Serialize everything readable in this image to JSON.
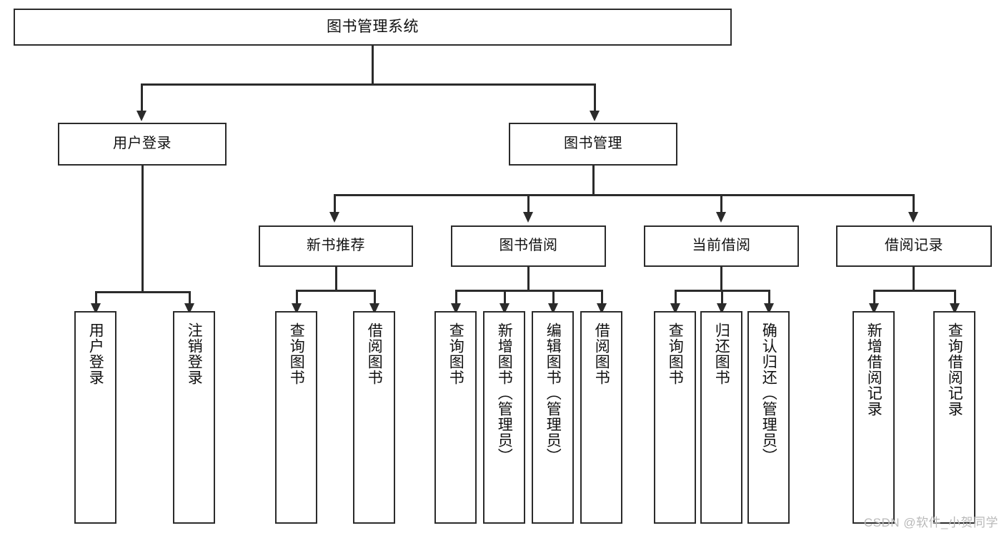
{
  "diagram": {
    "title": "图书管理系统",
    "type": "tree-hierarchy",
    "watermark": "CSDN @软件_小贺同学",
    "colors": {
      "stroke": "#2b2b2b",
      "fill": "#ffffff",
      "text": "#111111",
      "watermark": "#b9b9b9"
    },
    "root": {
      "label": "图书管理系统"
    },
    "level2": [
      {
        "label": "用户登录"
      },
      {
        "label": "图书管理"
      }
    ],
    "level3": [
      {
        "label": "新书推荐"
      },
      {
        "label": "图书借阅"
      },
      {
        "label": "当前借阅"
      },
      {
        "label": "借阅记录"
      }
    ],
    "leaves": {
      "user_login": [
        {
          "label": "用户登录"
        },
        {
          "label": "注销登录"
        }
      ],
      "new_book": [
        {
          "label": "查询图书"
        },
        {
          "label": "借阅图书"
        }
      ],
      "book_borrow": [
        {
          "label": "查询图书"
        },
        {
          "label": "新增图书（管理员）"
        },
        {
          "label": "编辑图书（管理员）"
        },
        {
          "label": "借阅图书"
        }
      ],
      "current_borrow": [
        {
          "label": "查询图书"
        },
        {
          "label": "归还图书"
        },
        {
          "label": "确认归还（管理员）"
        }
      ],
      "borrow_record": [
        {
          "label": "新增借阅记录"
        },
        {
          "label": "查询借阅记录"
        }
      ]
    }
  }
}
